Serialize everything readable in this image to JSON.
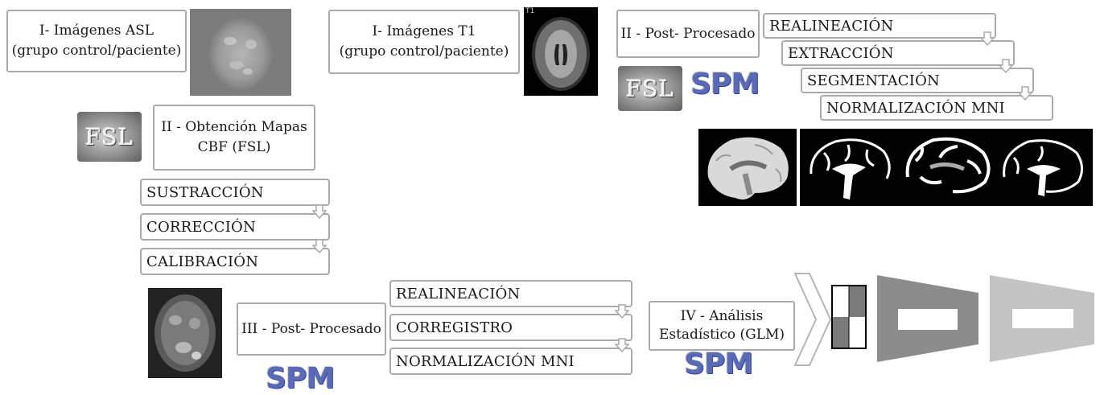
{
  "left_top": {
    "asl_line1": "I- Imágenes ASL",
    "asl_line2": "(grupo control/paciente)",
    "t1_line1": "I- Imágenes T1",
    "t1_line2": "(grupo control/paciente)",
    "t1_image_label": "T1"
  },
  "obtencion": {
    "line1": "II - Obtención Mapas",
    "line2": "CBF (FSL)",
    "steps": [
      "SUSTRACCIÓN",
      "CORRECCIÓN",
      "CALIBRACIÓN"
    ]
  },
  "post_t1": {
    "label": "II - Post- Procesado",
    "steps": [
      "REALINEACIÓN",
      "EXTRACCIÓN",
      "SEGMENTACIÓN",
      "NORMALIZACIÓN MNI"
    ]
  },
  "post_asl": {
    "label": "III - Post- Procesado",
    "steps": [
      "REALINEACIÓN",
      "CORREGISTRO",
      "NORMALIZACIÓN MNI"
    ]
  },
  "analisis": {
    "line1": "IV - Análisis",
    "line2": "Estadístico (GLM)"
  },
  "logos": {
    "spm": "SPM",
    "fsl": "FSL"
  },
  "colors": {
    "box_border": "#a9a9a9",
    "spm_blue": "#5a6ab4",
    "trap_dark": "#8c8c8c",
    "trap_light": "#c4c4c4"
  }
}
